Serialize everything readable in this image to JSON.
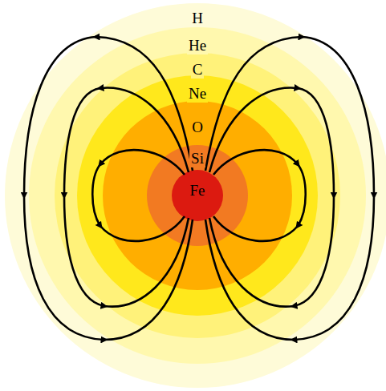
{
  "diagram": {
    "nodes": [
      {
        "text": [
          "H"
        ]
      },
      {
        "text": [
          "He"
        ],
        "in": 0
      },
      {
        "text": [
          "C"
        ],
        "in": 1
      },
      {
        "text": [
          "Ne"
        ],
        "in": 2
      },
      {
        "text": [
          "O"
        ],
        "in": 3
      },
      {
        "text": [
          "Si"
        ],
        "in": 4
      },
      {
        "text": [
          "Fe"
        ],
        "in": 5
      }
    ]
  }
}
